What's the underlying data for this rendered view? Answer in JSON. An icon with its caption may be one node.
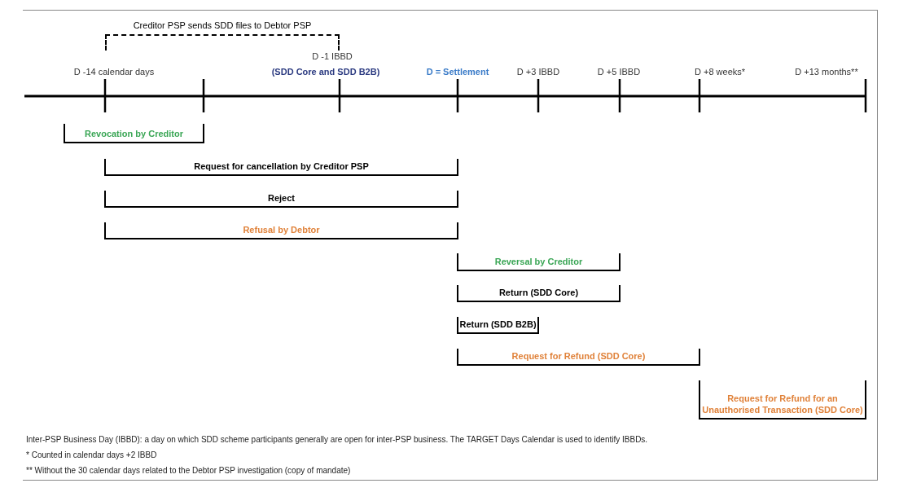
{
  "diagram": {
    "nodes": [
      {
        "text": [
          "Creditor PSP sends SDD files to Debtor PSP"
        ]
      },
      {
        "text": [
          "Revocation by Creditor"
        ]
      },
      {
        "text": [
          "Request for cancellation by Creditor PSP"
        ]
      },
      {
        "text": [
          "Reject"
        ]
      },
      {
        "text": [
          "Refusal by Debtor"
        ]
      },
      {
        "text": [
          "Reversal by Creditor"
        ]
      },
      {
        "text": [
          "Return (SDD Core)"
        ]
      },
      {
        "text": [
          "Return (SDD B2B)"
        ]
      },
      {
        "text": [
          "Request for Refund (SDD Core)"
        ]
      },
      {
        "text": [
          "Request for Refund for an Unauthorised Transaction (SDD Core)"
        ]
      }
    ],
    "labels": [
      "D -1 IBBD",
      "D -14 calendar days",
      "(SDD Core and SDD B2B)",
      "D = Settlement",
      "D +3 IBBD",
      "D +5 IBBD",
      "D +8 weeks*",
      "D +13 months**",
      "Inter-PSP Business Day (IBBD): a day on which SDD scheme participants generally are open for inter-PSP business. The TARGET Days Calendar is used to identify IBBDs.",
      "* Counted in calendar days +2 IBBD",
      "** Without the 30 calendar days related to the Debtor PSP investigation (copy of mandate)"
    ]
  }
}
